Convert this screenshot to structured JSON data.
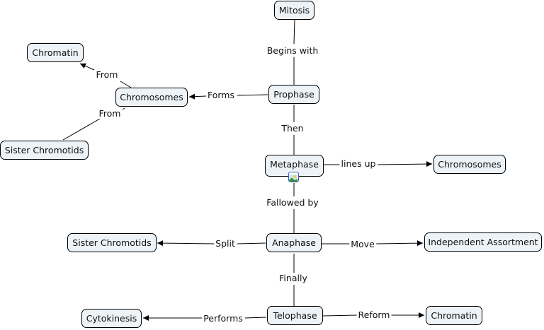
{
  "concept_map": {
    "title": "Mitosis",
    "concepts": [
      {
        "id": "mitosis",
        "label": "Mitosis"
      },
      {
        "id": "prophase",
        "label": "Prophase"
      },
      {
        "id": "chromosomes1",
        "label": "Chromosomes"
      },
      {
        "id": "chromatin1",
        "label": "Chromatin"
      },
      {
        "id": "sister1",
        "label": "Sister Chromotids"
      },
      {
        "id": "metaphase",
        "label": "Metaphase"
      },
      {
        "id": "chromosomes2",
        "label": "Chromosomes"
      },
      {
        "id": "anaphase",
        "label": "Anaphase"
      },
      {
        "id": "sister2",
        "label": "Sister Chromotids"
      },
      {
        "id": "independent",
        "label": "Independent Assortment"
      },
      {
        "id": "telophase",
        "label": "Telophase"
      },
      {
        "id": "cytokinesis",
        "label": "Cytokinesis"
      },
      {
        "id": "chromatin2",
        "label": "Chromatin"
      }
    ],
    "links": [
      {
        "label": "Begins with",
        "from": "mitosis",
        "to": "prophase",
        "arrow": false
      },
      {
        "label": "Forms",
        "from": "prophase",
        "to": "chromosomes1",
        "arrow": true
      },
      {
        "label": "From",
        "from": "chromosomes1",
        "to": "chromatin1",
        "arrow": true
      },
      {
        "label": "From",
        "from": "chromosomes1",
        "to": "sister1",
        "arrow": false
      },
      {
        "label": "Then",
        "from": "prophase",
        "to": "metaphase",
        "arrow": false
      },
      {
        "label": "lines up",
        "from": "metaphase",
        "to": "chromosomes2",
        "arrow": true
      },
      {
        "label": "Fallowed by",
        "from": "metaphase",
        "to": "anaphase",
        "arrow": false
      },
      {
        "label": "Split",
        "from": "anaphase",
        "to": "sister2",
        "arrow": true
      },
      {
        "label": "Move",
        "from": "anaphase",
        "to": "independent",
        "arrow": true
      },
      {
        "label": "Finally",
        "from": "anaphase",
        "to": "telophase",
        "arrow": false
      },
      {
        "label": "Performs",
        "from": "telophase",
        "to": "cytokinesis",
        "arrow": true
      },
      {
        "label": "Reform",
        "from": "telophase",
        "to": "chromatin2",
        "arrow": true
      }
    ],
    "resource_icon": "image-resource-icon",
    "colors": {
      "node_fill": "#edf3f6",
      "node_border": "#000000",
      "line": "#000000",
      "icon_border": "#2f66b3"
    }
  }
}
